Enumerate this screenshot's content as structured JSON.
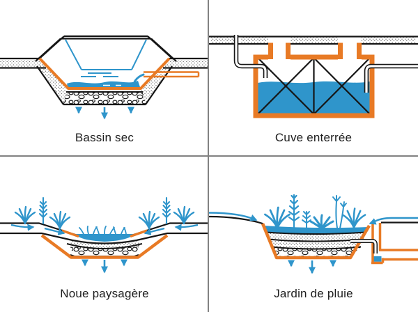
{
  "page": {
    "background": "#ffffff",
    "divider_color": "#828282",
    "layout": "2x2 grid of cross-section diagrams"
  },
  "palette": {
    "diagram_orange": "#E87A25",
    "diagram_blue": "#2F95CB",
    "diagram_black": "#161616",
    "caption_color": "#1d1d1d"
  },
  "panels": [
    {
      "id": "bassin-sec",
      "label": "Bassin sec",
      "alt": "Cross-section of a dry detention basin: trapezoidal pit with orange liner, inflow pipe pouring water, shallow pool, gravel bed and blue infiltration arrows pointing down"
    },
    {
      "id": "cuve-enterree",
      "label": "Cuve enterrée",
      "alt": "Cross-section of a buried storage tank: orange rectangular tank below ground surface, half-filled with water, internal cross bracing, two access shafts and inlet pipes from both sides"
    },
    {
      "id": "noue-paysagere",
      "label": "Noue paysagère",
      "alt": "Cross-section of a planted swale: shallow vegetated depression with runoff arrows flowing in from both banks, central pool, gravel layer, orange liner and infiltration arrows"
    },
    {
      "id": "jardin-de-pluie",
      "label": "Jardin de pluie",
      "alt": "Cross-section of a rain garden: planted basin with layered soil and gravel, orange liner, overflow riser with small sump and outlet pipe on the right, infiltration arrows below"
    }
  ]
}
